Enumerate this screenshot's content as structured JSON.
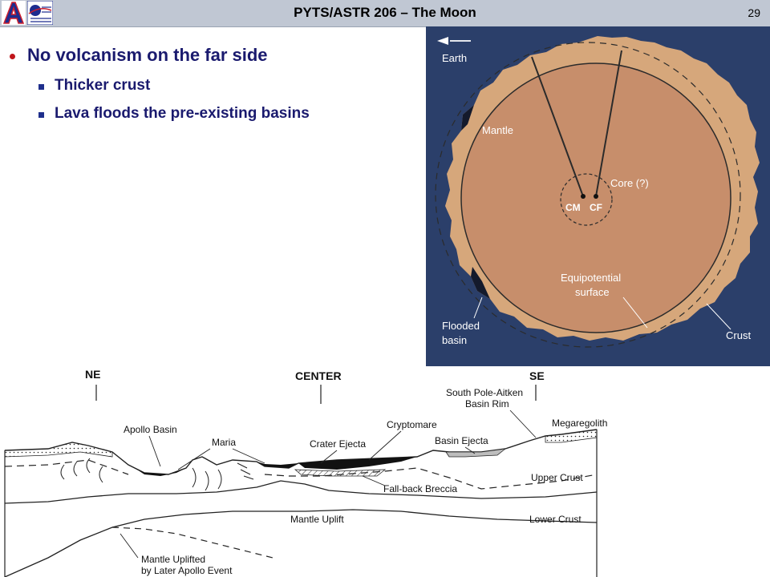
{
  "header": {
    "title": "PYTS/ASTR 206 – The Moon",
    "page_number": "29",
    "logo_left": "A",
    "colors": {
      "bar": "#c0c7d3",
      "logo_red": "#cc1f2e",
      "logo_blue": "#1d2c8f"
    }
  },
  "bullets": {
    "main": "No volcanism on the far side",
    "sub": [
      "Thicker crust",
      "Lava floods the pre-existing basins"
    ]
  },
  "moon_diagram": {
    "earth": "Earth",
    "mantle": "Mantle",
    "core": "Core (?)",
    "cm": "CM",
    "cf": "CF",
    "equipotential_1": "Equipotential",
    "equipotential_2": "surface",
    "flooded_1": "Flooded",
    "flooded_2": "basin",
    "crust": "Crust"
  },
  "cross_section": {
    "ne": "NE",
    "center": "CENTER",
    "se": "SE",
    "spa_1": "South Pole-Aitken",
    "spa_2": "Basin Rim",
    "megaregolith": "Megaregolith",
    "apollo_basin": "Apollo Basin",
    "maria": "Maria",
    "cryptomare": "Cryptomare",
    "crater_ejecta": "Crater Ejecta",
    "basin_ejecta": "Basin Ejecta",
    "upper_crust": "Upper Crust",
    "fallback_breccia": "Fall-back Breccia",
    "lower_crust": "Lower Crust",
    "mantle_uplift": "Mantle Uplift",
    "mantle_uplifted_1": "Mantle Uplifted",
    "mantle_uplifted_2": "by Later Apollo Event"
  }
}
